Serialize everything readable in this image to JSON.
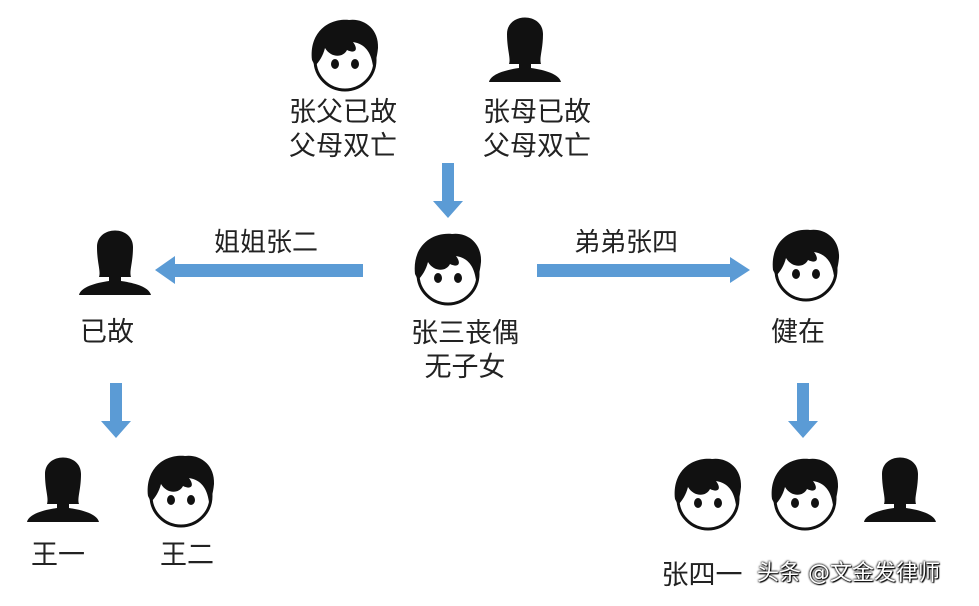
{
  "diagram": {
    "father": {
      "line1": "张父已故",
      "line2": "父母双亡",
      "icon": "male-avatar-icon"
    },
    "mother": {
      "line1": "张母已故",
      "line2": "父母双亡",
      "icon": "female-avatar-icon"
    },
    "center": {
      "line1": "张三丧偶",
      "line2": "无子女",
      "icon": "male-avatar-icon"
    },
    "sister": {
      "relation": "姐姐张二",
      "status": "已故",
      "icon": "female-avatar-icon"
    },
    "brother": {
      "relation": "弟弟张四",
      "status": "健在",
      "icon": "male-avatar-icon"
    },
    "sister_children": [
      {
        "name": "王一",
        "icon": "female-avatar-icon"
      },
      {
        "name": "王二",
        "icon": "male-avatar-icon"
      }
    ],
    "brother_children": [
      {
        "name": "张四一",
        "icon": "male-avatar-icon"
      },
      {
        "name": "",
        "icon": "male-avatar-icon"
      },
      {
        "name": "",
        "icon": "female-avatar-icon"
      }
    ],
    "arrow_color": "#5b9bd5"
  },
  "watermark": "头条 @文金发律师"
}
